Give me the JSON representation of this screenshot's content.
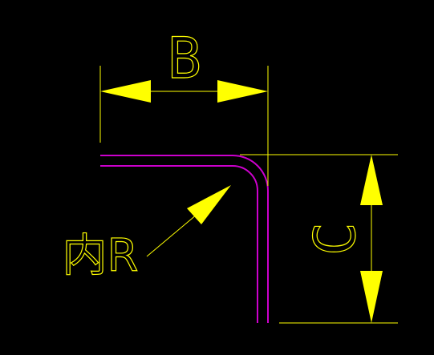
{
  "canvas": {
    "background": "#000000"
  },
  "colors": {
    "dimension": "#FFFF00",
    "part": "#CC00CC"
  },
  "dimensions": {
    "width_label": "B",
    "height_label": "C"
  },
  "annotation": {
    "inner_radius_label": "内R"
  }
}
